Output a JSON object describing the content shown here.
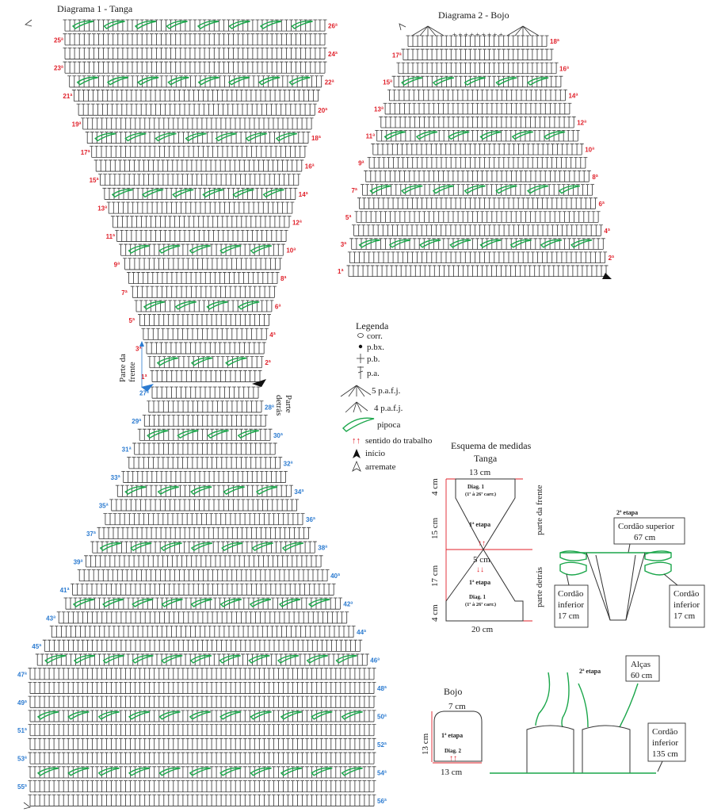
{
  "colors": {
    "row_front": "#e0202a",
    "row_back": "#2a7ad0",
    "pipoca": "#1aa64a",
    "ink": "#333333"
  },
  "diagram1": {
    "title": "Diagrama 1 - Tanga",
    "front_label_1": "Parte da",
    "front_label_2": "frente",
    "back_label_1": "Parte",
    "back_label_2": "detrás",
    "rows_front": [
      "1ª",
      "2ª",
      "3ª",
      "4ª",
      "5ª",
      "6ª",
      "7ª",
      "8ª",
      "9ª",
      "10ª",
      "11ª",
      "12ª",
      "13ª",
      "14ª",
      "15ª",
      "16ª",
      "17ª",
      "18ª",
      "19ª",
      "20ª",
      "21ª",
      "22ª",
      "23ª",
      "24ª",
      "25ª",
      "26ª"
    ],
    "rows_back": [
      "27ª",
      "28ª",
      "29ª",
      "30ª",
      "31ª",
      "32ª",
      "33ª",
      "34ª",
      "35ª",
      "36ª",
      "37ª",
      "38ª",
      "39ª",
      "40ª",
      "41ª",
      "42ª",
      "43ª",
      "44ª",
      "45ª",
      "46ª",
      "47ª",
      "48ª",
      "49ª",
      "50ª",
      "51ª",
      "52ª",
      "53ª",
      "54ª",
      "55ª",
      "56ª"
    ]
  },
  "diagram2": {
    "title": "Diagrama 2 - Bojo",
    "rows": [
      "1ª",
      "2ª",
      "3ª",
      "4ª",
      "5ª",
      "6ª",
      "7ª",
      "8ª",
      "9ª",
      "10ª",
      "11ª",
      "12ª",
      "13ª",
      "14ª",
      "15ª",
      "16ª",
      "17ª",
      "18ª"
    ]
  },
  "legend": {
    "title": "Legenda",
    "items": [
      {
        "icon": "chain-oval-icon",
        "label": "corr."
      },
      {
        "icon": "dot-icon",
        "label": "p.bx."
      },
      {
        "icon": "cross-icon",
        "label": "p.b."
      },
      {
        "icon": "double-crochet-icon",
        "label": "p.a."
      },
      {
        "icon": "fan-5-icon",
        "label": "5 p.a.f.j."
      },
      {
        "icon": "fan-4-icon",
        "label": "4 p.a.f.j."
      },
      {
        "icon": "popcorn-icon",
        "label": "pipoca"
      },
      {
        "icon": "red-arrows-icon",
        "label": "sentido do trabalho"
      },
      {
        "icon": "start-arrow-icon",
        "label": "início"
      },
      {
        "icon": "finish-arrow-icon",
        "label": "arremate"
      }
    ]
  },
  "measures": {
    "title_1": "Esquema de medidas",
    "title_2": "Tanga",
    "top_width": "13 cm",
    "mid_width": "5 cm",
    "bottom_width": "20 cm",
    "h_top": "4 cm",
    "h_front": "15 cm",
    "h_back": "17 cm",
    "h_bottom": "4 cm",
    "front_side": "parte da frente",
    "back_side": "parte detrás",
    "diag_front_1": "Diag. 1",
    "diag_front_2": "(1ª à 26ª carr.)",
    "etapa_front": "1ª etapa",
    "etapa_back": "1ª etapa",
    "diag_back_1": "Diag. 1",
    "diag_back_2": "(1ª à 26ª carr.)",
    "arrows_up": "↑↑",
    "arrows_down": "↓↓"
  },
  "thong_assembly": {
    "etapa": "2ª etapa",
    "cord_top_1": "Cordão superior",
    "cord_top_2": "67 cm",
    "cord_left_1": "Cordão",
    "cord_left_2": "inferior",
    "cord_left_3": "17 cm",
    "cord_right_1": "Cordão",
    "cord_right_2": "inferior",
    "cord_right_3": "17 cm"
  },
  "bojo": {
    "title": "Bojo",
    "top_width": "7 cm",
    "height": "13 cm",
    "bottom_width": "13 cm",
    "etapa": "1ª etapa",
    "diag": "Diag. 2",
    "arrows": "↑↑"
  },
  "bra_assembly": {
    "etapa": "2ª etapa",
    "straps_1": "Alças",
    "straps_2": "60 cm",
    "cord_1": "Cordão",
    "cord_2": "inferior",
    "cord_3": "135 cm"
  }
}
